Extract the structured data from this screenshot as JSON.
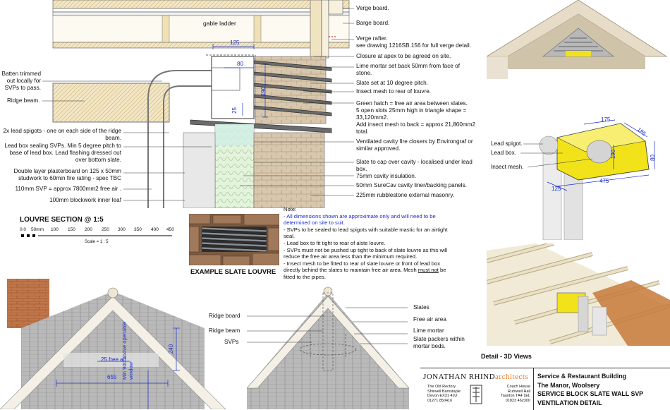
{
  "main_section": {
    "left_labels": [
      "Batten trimmed out locally for SVPs to pass.",
      "Ridge beam.",
      "2x lead spigots - one on each side of the ridge beam.",
      "Lead box sealing SVPs. Min 5 degree pitch to base of lead box. Lead flashing dressed out over bottom slate.",
      "Double layer plasterboard on 125 x 50mm studwork to 60min fire rating - spec TBC",
      "110mm SVP = approx 7800mm2 free air .",
      "100mm blockwork inner leaf"
    ],
    "right_labels": [
      "Verge board.",
      "Barge board.",
      "Verge rafter.\nsee drawing 1216SB.156 for full verge detail.",
      "Closure at apex to be agreed on site.",
      "Lime mortar set back 50mm from face of stone.",
      "Slate set at 10 degree pitch.",
      "Insect mesh to rear of louvre.",
      "Green hatch = free air area between slates.\n5 open slots 25mm high in triangle shape = 33,120mm2.\nAdd insect mesh to back = approx 21,860mm2 total.",
      "Ventilated cavity fire closers by Environgraf or similar approved.",
      "Slate to cap over cavity - localised under lead box.",
      "75mm cavity insulation.",
      "50mm SureCav cavity liner/backing panels.",
      "225mm rubblestone external masonry."
    ],
    "gable_ladder": "gable ladder",
    "dims": {
      "d125": "125",
      "d80": "80",
      "d190": "190",
      "d25": "25"
    }
  },
  "louvre_section": {
    "title": "LOUVRE SECTION @ 1:5",
    "scale_ticks": [
      "0.0",
      "50mm",
      "100",
      "150",
      "200",
      "250",
      "300",
      "350",
      "400",
      "450"
    ],
    "scale_caption": "Scale = 1 : 5"
  },
  "example": {
    "caption": "EXAMPLE SLATE LOUVRE"
  },
  "note": {
    "title": "Note:",
    "line1": "- All dimensions shown are approximate only and will need to be determined on site to suit.",
    "line2": "- SVPs to be sealed to lead spigots with suitable mastic for an airtight seal.",
    "line3": "- Lead box to fit tight to rear of alste louvre.",
    "line4": "- SVPs must not be pushed up tight to back of slate louvre as this will reduce the free air area less than the minimum required.",
    "line5a": "- Insect mesh to be fitted to rear of slate louvre or front of lead box directly behind the slates to maintain free air area. Mesh ",
    "line5b": "must not",
    "line5c": " be fitted to the pipes."
  },
  "elevation_left": {
    "dims": {
      "d240": "240",
      "free_air": "25 free air",
      "d655": "655",
      "min900": "Min 900 above openable window"
    }
  },
  "elevation_mid": {
    "left_labels": [
      "Ridge board",
      "Ridge beam",
      "SVPs"
    ],
    "right_labels": [
      "Slates",
      "Free air area",
      "Lime mortar",
      "Slate packers within mortar beds."
    ]
  },
  "view3d": {
    "labels": [
      "Lead spigot.",
      "Lead box.",
      "Insect mesh."
    ],
    "dims": {
      "d175": "175",
      "d185": "185",
      "d80": "80",
      "d190": "190",
      "d125": "125",
      "d475": "475"
    },
    "caption": "Detail - 3D Views"
  },
  "title_block": {
    "firm": "JONATHAN RHIND",
    "firm_suffix": "architects",
    "address_left": [
      "The Old Rectory",
      "Shirwell Barnstaple",
      "Devon  EX31 4JU",
      "01271 850416"
    ],
    "address_right": [
      "Coach House",
      "Rumwell Hall",
      "Taunton  TA4 1EL",
      "01823 462300"
    ],
    "project_line1": "Service & Restaurant Building",
    "project_line2": "The Manor, Woolsery",
    "drawing_line1": "SERVICE BLOCK SLATE WALL SVP",
    "drawing_line2": "VENTILATION DETAIL"
  },
  "colors": {
    "dimension": "#1a2fcc",
    "lead_box": "#f2e21a",
    "firm_accent": "#e87722"
  }
}
